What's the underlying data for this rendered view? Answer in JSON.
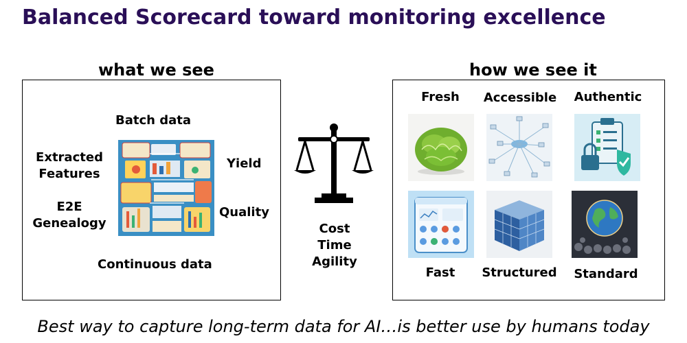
{
  "title": "Balanced Scorecard toward monitoring excellence",
  "left_panel": {
    "heading": "what we see",
    "labels": {
      "batch_data": "Batch data",
      "extracted_features_line1": "Extracted",
      "extracted_features_line2": "Features",
      "yield": "Yield",
      "e2e_line1": "E2E",
      "e2e_line2": "Genealogy",
      "quality": "Quality",
      "continuous_data": "Continuous data"
    },
    "center_image": "process-infographic"
  },
  "balance": {
    "icon": "balance-scale-icon",
    "lines": [
      "Cost",
      "Time",
      "Agility"
    ]
  },
  "right_panel": {
    "heading": "how we see it",
    "items": [
      {
        "label": "Fresh",
        "image": "lettuce-image"
      },
      {
        "label": "Accessible",
        "image": "network-image"
      },
      {
        "label": "Authentic",
        "image": "secure-checklist-image"
      },
      {
        "label": "Fast",
        "image": "dashboard-app-image"
      },
      {
        "label": "Structured",
        "image": "data-cube-image"
      },
      {
        "label": "Standard",
        "image": "globe-audience-image"
      }
    ]
  },
  "footer": "Best way to capture long-term data for AI…is better use by humans today",
  "colors": {
    "title": "#2a0f57",
    "text": "#000000",
    "border": "#000000"
  }
}
